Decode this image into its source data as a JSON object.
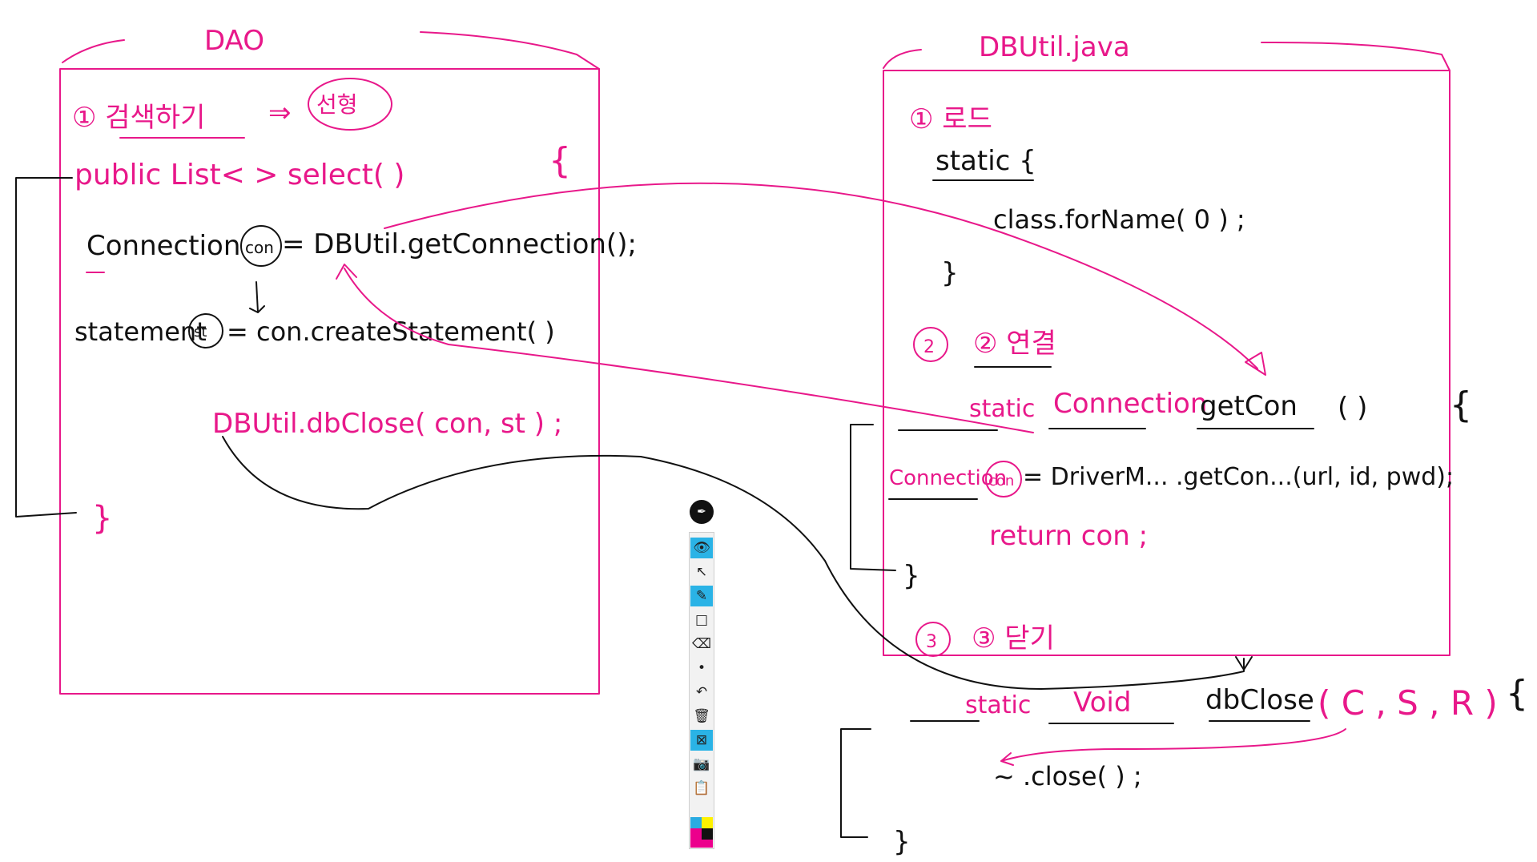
{
  "dao_box": {
    "title": "DAO",
    "step1_label": "① 검색하기",
    "arrow": "⇒",
    "step1_result": "선형",
    "method_sig": "public List< > select( )",
    "brace_open": "{",
    "line_conn_left": "Connection",
    "line_conn_var": "con",
    "line_conn_right": "= DBUtil.getConnection();",
    "line_stmt_left": "statement",
    "line_stmt_var": "st",
    "line_stmt_right": "= con.createStatement( )",
    "line_close": "DBUtil.dbClose( con, st ) ;",
    "brace_close": "}"
  },
  "dbutil_box": {
    "title": "DBUtil.java",
    "step1_label": "① 로드",
    "static_block": "static {",
    "class_for_name": "class.forName(  0  ) ;",
    "brace_close_1": "}",
    "step2_label": "② 연결",
    "get_con_sig_static": "static",
    "get_con_sig_type": "Connection",
    "get_con_sig_name": "getCon",
    "get_con_sig_parens": "(    )",
    "get_con_brace": "{",
    "get_con_line_type": "Connection",
    "get_con_line_var": "con",
    "get_con_line_rest": "= DriverM... .getCon...(url, id, pwd);",
    "return_line": "return   con  ;",
    "brace_close_2": "}",
    "step3_label": "③ 닫기",
    "close_sig_static": "static",
    "close_sig_void": "Void",
    "close_sig_name": "dbClose",
    "close_sig_params": "( C , S , R  )",
    "close_brace": "{",
    "close_body": "~ .close( ) ;",
    "close_brace_end": "}"
  },
  "toolbar": {
    "items": [
      {
        "icon": "eye-icon",
        "glyph": "👁",
        "active": true
      },
      {
        "icon": "pointer-icon",
        "glyph": "↖",
        "active": false
      },
      {
        "icon": "pen-icon",
        "glyph": "✎",
        "active": true
      },
      {
        "icon": "rectangle-icon",
        "glyph": "□",
        "active": false
      },
      {
        "icon": "eraser-icon",
        "glyph": "⌫",
        "active": false
      },
      {
        "icon": "dot-icon",
        "glyph": "•",
        "active": false
      },
      {
        "icon": "undo-icon",
        "glyph": "↶",
        "active": false
      },
      {
        "icon": "trash-icon",
        "glyph": "🗑",
        "active": false
      },
      {
        "icon": "clear-icon",
        "glyph": "⊠",
        "active": true
      },
      {
        "icon": "camera-icon",
        "glyph": "📷",
        "active": false
      },
      {
        "icon": "clipboard-icon",
        "glyph": "📋",
        "active": false
      }
    ],
    "colors": {
      "cyan": "#29abe2",
      "yellow": "#fff200",
      "black": "#111111",
      "magenta": "#ec008c"
    }
  },
  "colors": {
    "pink": "#e8188a",
    "ink": "#111111"
  }
}
